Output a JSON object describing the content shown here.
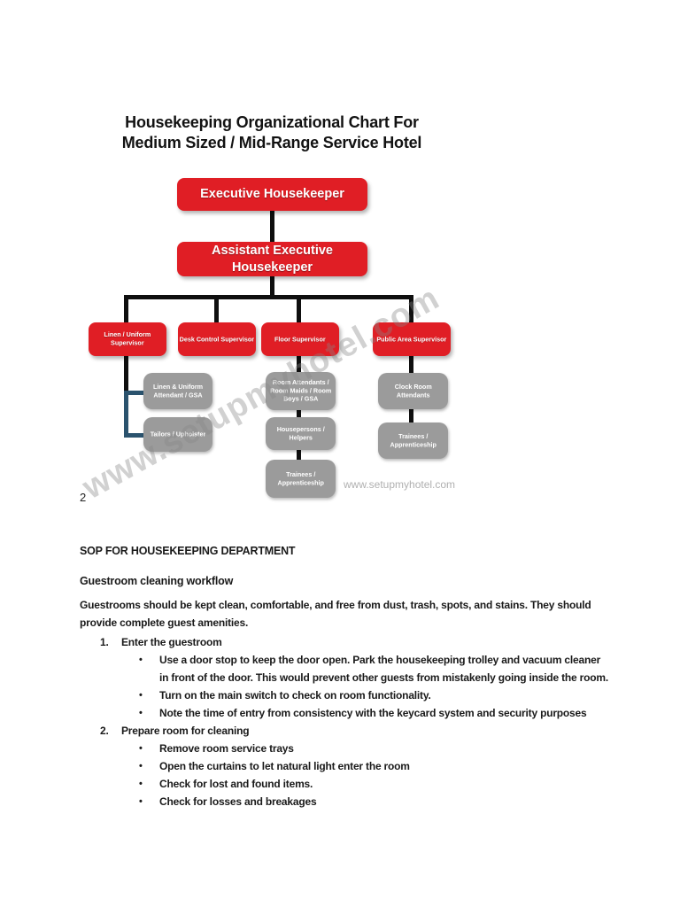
{
  "page": {
    "number": "2"
  },
  "chart": {
    "title_line1": "Housekeeping Organizational Chart For",
    "title_line2": "Medium Sized / Mid-Range Service Hotel",
    "root": "Executive Housekeeper",
    "level2": "Assistant Executive Housekeeper",
    "branches": [
      {
        "head": "Linen / Uniform Supervisor",
        "reports": [
          "Linen & Uniform Attendant / GSA",
          "Tailors / Upholster"
        ]
      },
      {
        "head": "Desk Control Supervisor",
        "reports": []
      },
      {
        "head": "Floor Supervisor",
        "reports": [
          "Room Attendants / Room Maids / Room Boys / GSA",
          "Housepersons / Helpers",
          "Trainees / Apprenticeship"
        ]
      },
      {
        "head": "Public Area Supervisor",
        "reports": [
          "Clock Room Attendants",
          "Trainees / Apprenticeship"
        ]
      }
    ],
    "watermark_diagonal": "www.setupmyhotel.com",
    "watermark_small": "www.setupmyhotel.com",
    "colors": {
      "node_red": "#e01e25",
      "node_gray": "#9b9b9b",
      "connector_black": "#0f0f0f",
      "elbow_blue": "#2b536e",
      "watermark_gray": "#a8a8a8"
    }
  },
  "sop": {
    "heading": "SOP FOR HOUSEKEEPING DEPARTMENT",
    "subheading": "Guestroom cleaning workflow",
    "intro": "Guestrooms should be kept clean, comfortable, and free from dust, trash, spots, and stains. They should provide complete guest amenities.",
    "items": [
      {
        "num": "1.",
        "title": "Enter the guestroom",
        "bullets": [
          "Use a door stop to keep the door open. Park the housekeeping trolley and vacuum cleaner in front of the door. This would prevent other guests from mistakenly going inside the room.",
          "Turn on the main switch to check on room functionality.",
          "Note the time of entry from consistency with the keycard system and security purposes"
        ]
      },
      {
        "num": "2.",
        "title": "Prepare room for cleaning",
        "bullets": [
          "Remove room service trays",
          "Open the curtains to let natural light enter the room",
          "Check for lost and found items.",
          "Check for losses and breakages"
        ]
      }
    ],
    "bullet_glyph": "•"
  }
}
